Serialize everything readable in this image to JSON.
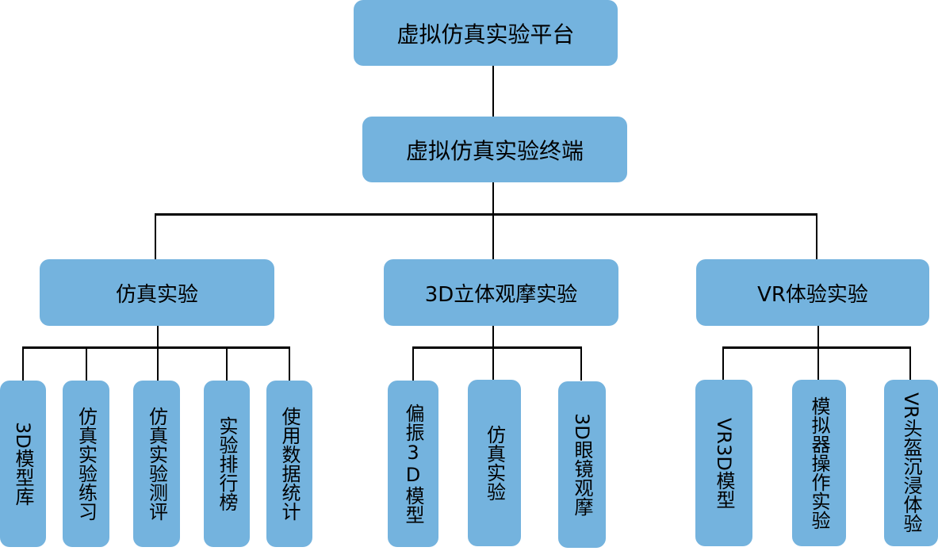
{
  "root": {
    "label": "虚拟仿真实验平台"
  },
  "terminal": {
    "label": "虚拟仿真实验终端"
  },
  "branches": [
    {
      "label": "仿真实验",
      "children": [
        "3D模型库",
        "仿真实验练习",
        "仿真实验测评",
        "实验排行榜",
        "使用数据统计"
      ]
    },
    {
      "label": "3D立体观摩实验",
      "children": [
        "偏振3D模型",
        "仿真实验",
        "3D眼镜观摩"
      ]
    },
    {
      "label": "VR体验实验",
      "children": [
        "VR3D模型",
        "模拟器操作实验",
        "VR头盔沉浸体验"
      ]
    }
  ],
  "colors": {
    "box_fill": "#74b3de",
    "line": "#000000"
  }
}
